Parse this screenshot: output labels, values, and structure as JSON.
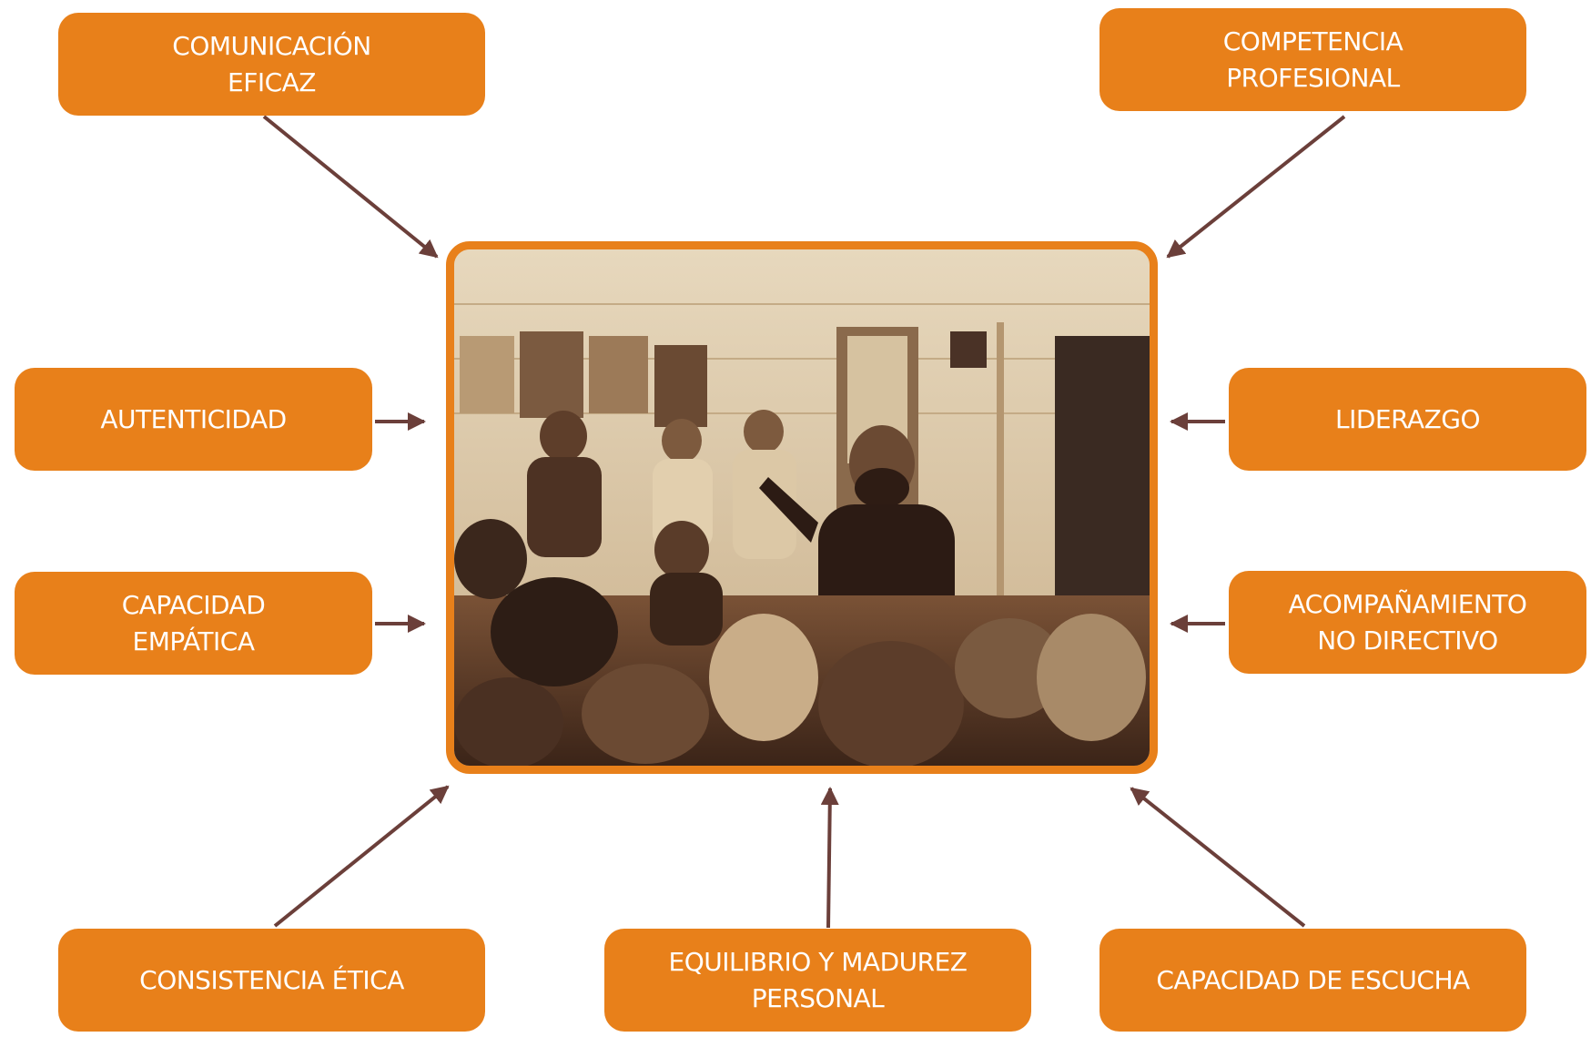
{
  "boxes": {
    "comunicacion": [
      "COMUNICACIÓN",
      "EFICAZ"
    ],
    "competencia": [
      "COMPETENCIA",
      "PROFESIONAL"
    ],
    "autenticidad": [
      "AUTENTICIDAD"
    ],
    "liderazgo": [
      "LIDERAZGO"
    ],
    "capacidad_empatica": [
      "CAPACIDAD",
      "EMPÁTICA"
    ],
    "acompanamiento": [
      "ACOMPAÑAMIENTO",
      "NO DIRECTIVO"
    ],
    "consistencia": [
      "CONSISTENCIA ÉTICA"
    ],
    "equilibrio": [
      "EQUILIBRIO Y MADUREZ",
      "PERSONAL"
    ],
    "escucha": [
      "CAPACIDAD DE ESCUCHA"
    ]
  },
  "colors": {
    "box": "#e8801a",
    "box_text": "#ffffff",
    "arrow": "#6b3f3a",
    "photo_frame": "#e8801a"
  }
}
